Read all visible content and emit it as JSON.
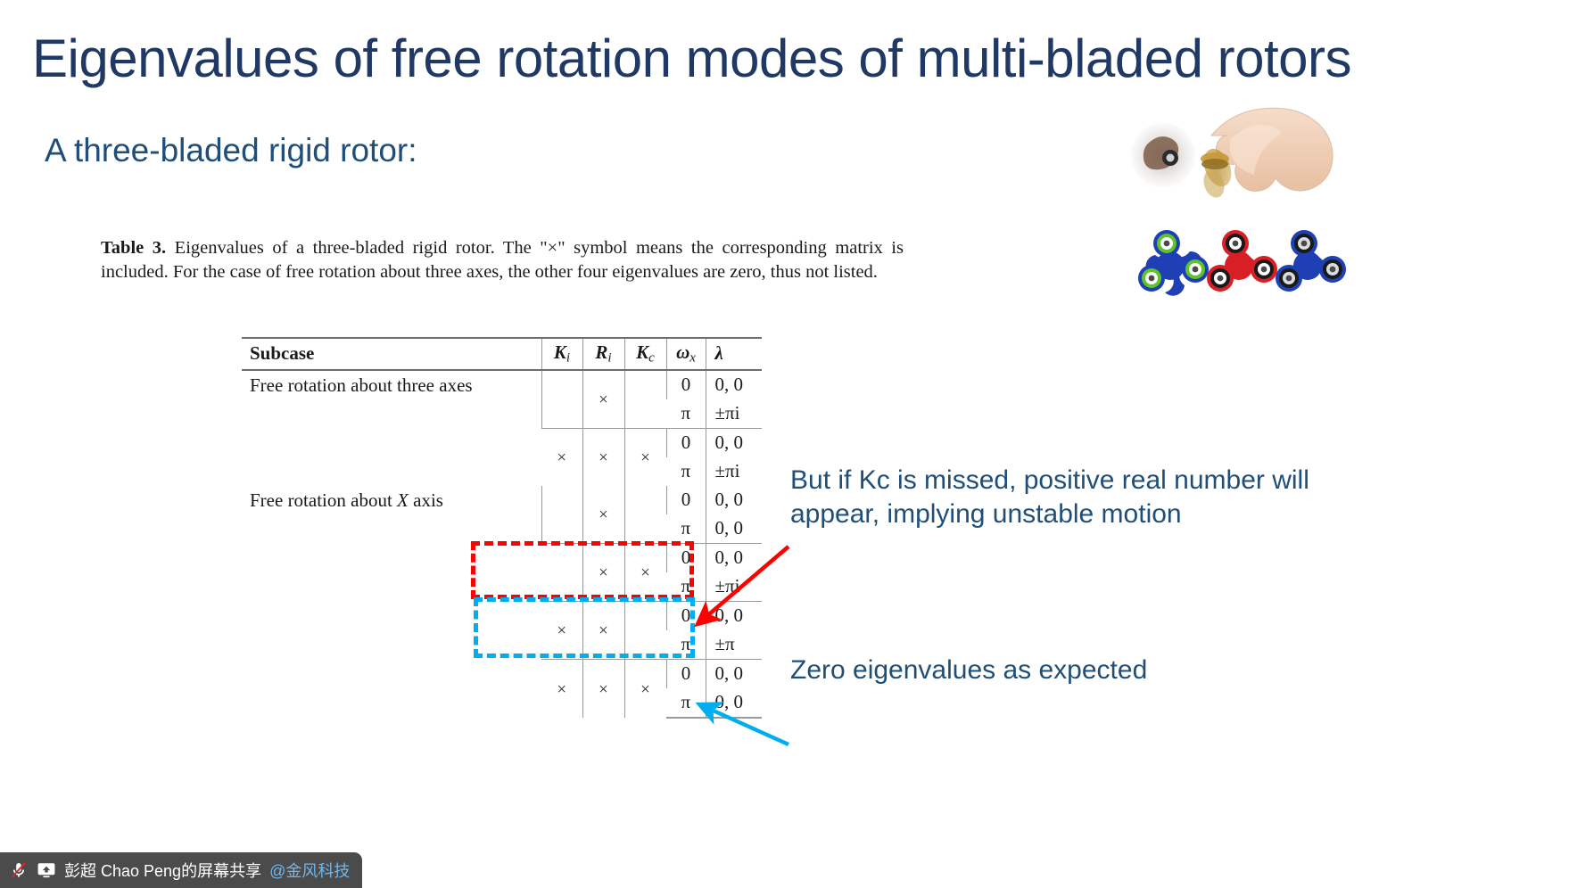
{
  "slide": {
    "title": "Eigenvalues of free rotation modes of multi-bladed rotors",
    "subtitle": "A three-bladed rigid rotor:",
    "title_color": "#1F3864",
    "subtitle_color": "#1F4E79"
  },
  "caption": {
    "label": "Table 3.",
    "text": " Eigenvalues of a three-bladed rigid rotor. The \"×\" symbol means the corresponding matrix is included. For the case of free rotation about three axes, the other four eigenvalues are zero, thus not listed."
  },
  "table": {
    "headers": {
      "subcase": "Subcase",
      "ki": "K",
      "ki_sub": "i",
      "ri": "R",
      "ri_sub": "i",
      "kc": "K",
      "kc_sub": "c",
      "omega": "ω",
      "omega_sub": "x",
      "lambda": "λ"
    },
    "groups": [
      {
        "subcase": "Free rotation about three axes",
        "blocks": [
          {
            "ki": "",
            "ri": "×",
            "kc": "",
            "rows": [
              {
                "omega": "0",
                "lambda": "0, 0"
              },
              {
                "omega": "π",
                "lambda": "±πi"
              }
            ],
            "highlight": "none"
          },
          {
            "ki": "×",
            "ri": "×",
            "kc": "×",
            "rows": [
              {
                "omega": "0",
                "lambda": "0, 0"
              },
              {
                "omega": "π",
                "lambda": "±πi"
              }
            ],
            "highlight": "none"
          }
        ]
      },
      {
        "subcase": "Free rotation about X axis",
        "blocks": [
          {
            "ki": "",
            "ri": "×",
            "kc": "",
            "rows": [
              {
                "omega": "0",
                "lambda": "0, 0"
              },
              {
                "omega": "π",
                "lambda": "0, 0"
              }
            ],
            "highlight": "none"
          },
          {
            "ki": "",
            "ri": "×",
            "kc": "×",
            "rows": [
              {
                "omega": "0",
                "lambda": "0, 0"
              },
              {
                "omega": "π",
                "lambda": "±πi"
              }
            ],
            "highlight": "none"
          },
          {
            "ki": "×",
            "ri": "×",
            "kc": "",
            "rows": [
              {
                "omega": "0",
                "lambda": "0, 0"
              },
              {
                "omega": "π",
                "lambda": "±π"
              }
            ],
            "highlight": "red"
          },
          {
            "ki": "×",
            "ri": "×",
            "kc": "×",
            "rows": [
              {
                "omega": "0",
                "lambda": "0, 0"
              },
              {
                "omega": "π",
                "lambda": "0, 0"
              }
            ],
            "highlight": "blue"
          }
        ]
      }
    ]
  },
  "annotations": {
    "red": {
      "text": "But if Kc is missed, positive real number will appear, implying unstable motion",
      "color": "#FF0000"
    },
    "blue": {
      "text": "Zero eigenvalues as expected",
      "color": "#00AEEF"
    }
  },
  "statusbar": {
    "mic_icon": "microphone-muted-icon",
    "share_icon": "screen-share-icon",
    "share_name": "彭超 Chao Peng的屏幕共享",
    "share_org": "@金风科技"
  }
}
